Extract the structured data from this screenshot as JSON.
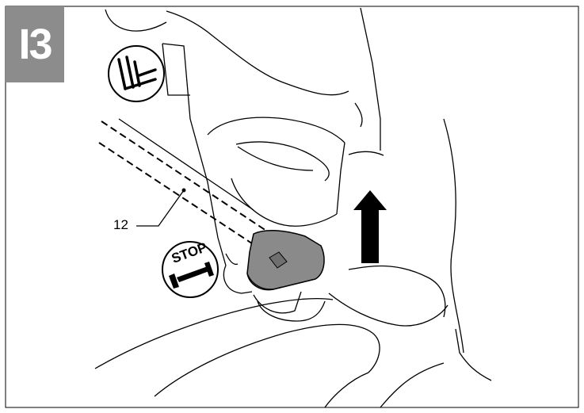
{
  "step": {
    "label": "I3"
  },
  "callouts": [
    {
      "id": "12",
      "label": "12"
    }
  ],
  "icons": {
    "seat": "car-seat-recline-icon",
    "stop": "stop-lock-icon",
    "arrow": "arrow-up-icon"
  },
  "stop_icon": {
    "text": "STOP"
  },
  "colors": {
    "badge": "#8c8c8c",
    "grip": "#8a8a8a",
    "arrow": "#000000",
    "line": "#000000"
  }
}
